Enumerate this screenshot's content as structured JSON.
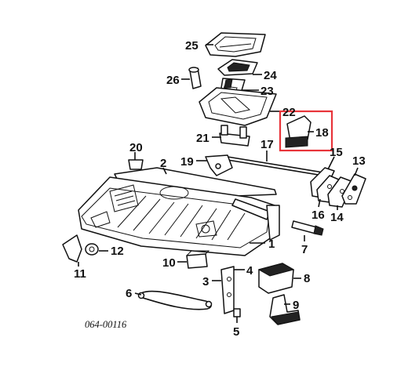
{
  "diagram": {
    "drawing_code": "064-00116",
    "highlight_color": "#e8343a",
    "line_color": "#111111",
    "callouts": [
      {
        "id": "25",
        "label": "25"
      },
      {
        "id": "24",
        "label": "24"
      },
      {
        "id": "26",
        "label": "26"
      },
      {
        "id": "23",
        "label": "23"
      },
      {
        "id": "22",
        "label": "22"
      },
      {
        "id": "21",
        "label": "21"
      },
      {
        "id": "18",
        "label": "18"
      },
      {
        "id": "17",
        "label": "17"
      },
      {
        "id": "20",
        "label": "20"
      },
      {
        "id": "2",
        "label": "2"
      },
      {
        "id": "19",
        "label": "19"
      },
      {
        "id": "15",
        "label": "15"
      },
      {
        "id": "13",
        "label": "13"
      },
      {
        "id": "16",
        "label": "16"
      },
      {
        "id": "14",
        "label": "14"
      },
      {
        "id": "7",
        "label": "7"
      },
      {
        "id": "1",
        "label": "1"
      },
      {
        "id": "12",
        "label": "12"
      },
      {
        "id": "11",
        "label": "11"
      },
      {
        "id": "10",
        "label": "10"
      },
      {
        "id": "4",
        "label": "4"
      },
      {
        "id": "8",
        "label": "8"
      },
      {
        "id": "3",
        "label": "3"
      },
      {
        "id": "6",
        "label": "6"
      },
      {
        "id": "9",
        "label": "9"
      },
      {
        "id": "5",
        "label": "5"
      }
    ]
  }
}
